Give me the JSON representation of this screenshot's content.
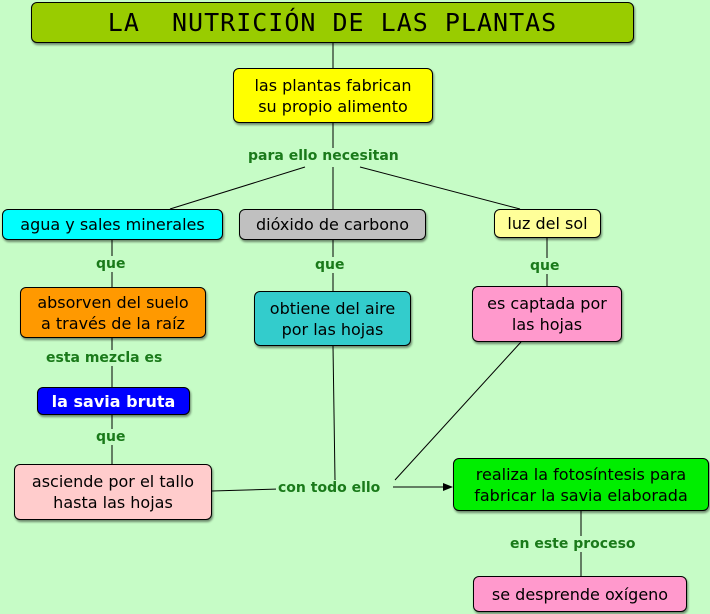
{
  "title": "LA  NUTRICIÓN DE LAS PLANTAS",
  "colors": {
    "background": "#c6fcc6",
    "title": "#99cc00",
    "yellow": "#ffff00",
    "cyan": "#00ffff",
    "grey": "#c0c0c0",
    "pale_yellow": "#ffff99",
    "orange": "#ff9900",
    "teal": "#33cccc",
    "pink": "#ff99cc",
    "blue": "#0000ff",
    "light_pink": "#ffcccc",
    "green": "#00ee00",
    "label_text": "#1a7a1a"
  },
  "nodes": {
    "fabrican": "las plantas fabrican\nsu propio alimento",
    "agua": "agua y sales minerales",
    "dioxido": "dióxido de carbono",
    "luz": "luz del sol",
    "absorven": "absorven del suelo\na través de la raíz",
    "obtiene": "obtiene del aire\npor las hojas",
    "captada": "es captada por\nlas hojas",
    "savia_bruta": "la savia bruta",
    "asciende": "asciende por el tallo\nhasta las hojas",
    "fotosintesis": "realiza la fotosíntesis para\nfabricar la savia elaborada",
    "oxigeno": "se desprende oxígeno"
  },
  "links": {
    "para_ello": "para ello necesitan",
    "que_1": "que",
    "que_2": "que",
    "que_3": "que",
    "mezcla": "esta mezcla es",
    "que_4": "que",
    "con_todo": "con todo ello",
    "proceso": "en este proceso"
  }
}
